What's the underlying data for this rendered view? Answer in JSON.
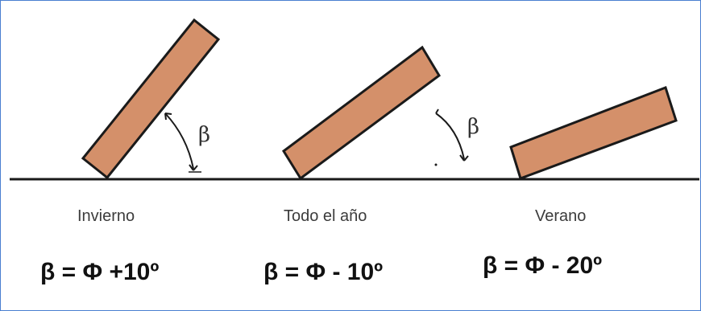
{
  "panels": [
    {
      "caption": "Invierno",
      "angle_symbol": "β",
      "formula": "β = Φ +10º"
    },
    {
      "caption": "Todo el año",
      "angle_symbol": "β",
      "formula": "β = Φ - 10º"
    },
    {
      "caption": "Verano",
      "angle_symbol": "",
      "formula": "β = Φ - 20º"
    }
  ],
  "colors": {
    "panel_fill": "#d4906a",
    "panel_stroke": "#1a1a1a",
    "ground": "#1a1a1a",
    "frame_border": "#4a7fd0"
  }
}
